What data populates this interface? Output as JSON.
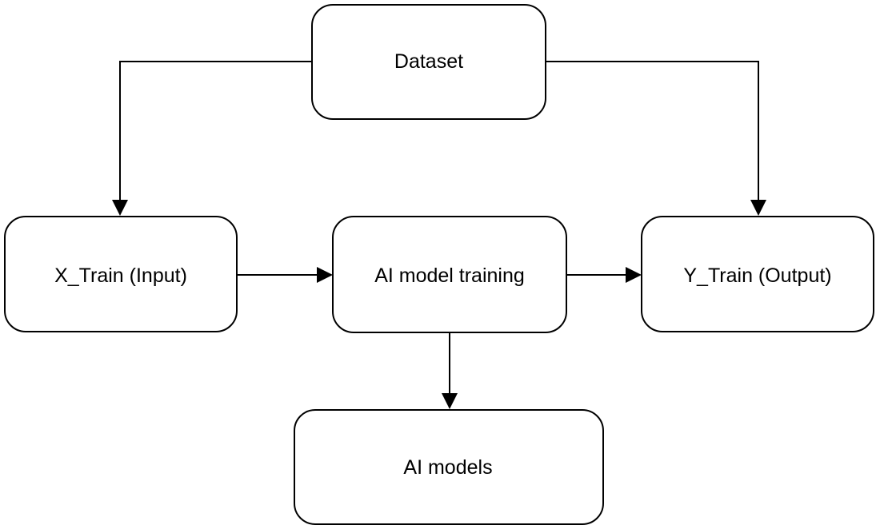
{
  "diagram": {
    "nodes": {
      "dataset": "Dataset",
      "x_train": "X_Train (Input)",
      "training": "AI model training",
      "y_train": "Y_Train (Output)",
      "models": "AI models"
    },
    "edges": [
      {
        "from": "dataset",
        "to": "x_train"
      },
      {
        "from": "dataset",
        "to": "y_train"
      },
      {
        "from": "x_train",
        "to": "training"
      },
      {
        "from": "training",
        "to": "y_train"
      },
      {
        "from": "training",
        "to": "models"
      }
    ]
  }
}
